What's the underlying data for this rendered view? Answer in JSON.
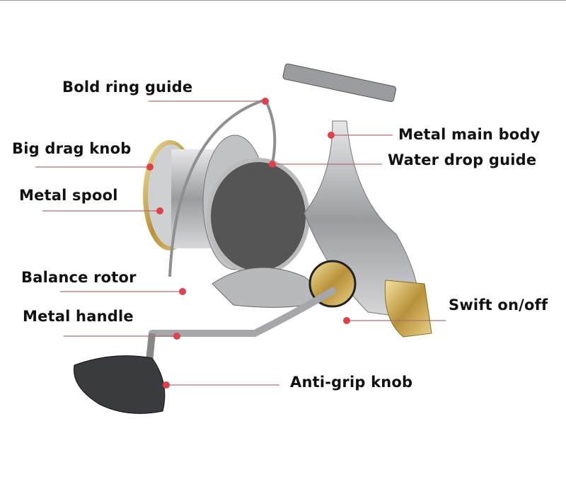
{
  "labels": {
    "bold_ring_guide": "Bold ring guide",
    "big_drag_knob": "Big drag knob",
    "metal_spool": "Metal spool",
    "balance_rotor": "Balance rotor",
    "metal_handle": "Metal handle",
    "metal_main_body": "Metal main body",
    "water_drop_guide": "Water drop guide",
    "swift_on_off": "Swift on/off",
    "anti_grip_knob": "Anti-grip knob"
  },
  "colors": {
    "leader_line": "#b07070",
    "dot": "#e0404a",
    "gold": "#c9a64a"
  }
}
